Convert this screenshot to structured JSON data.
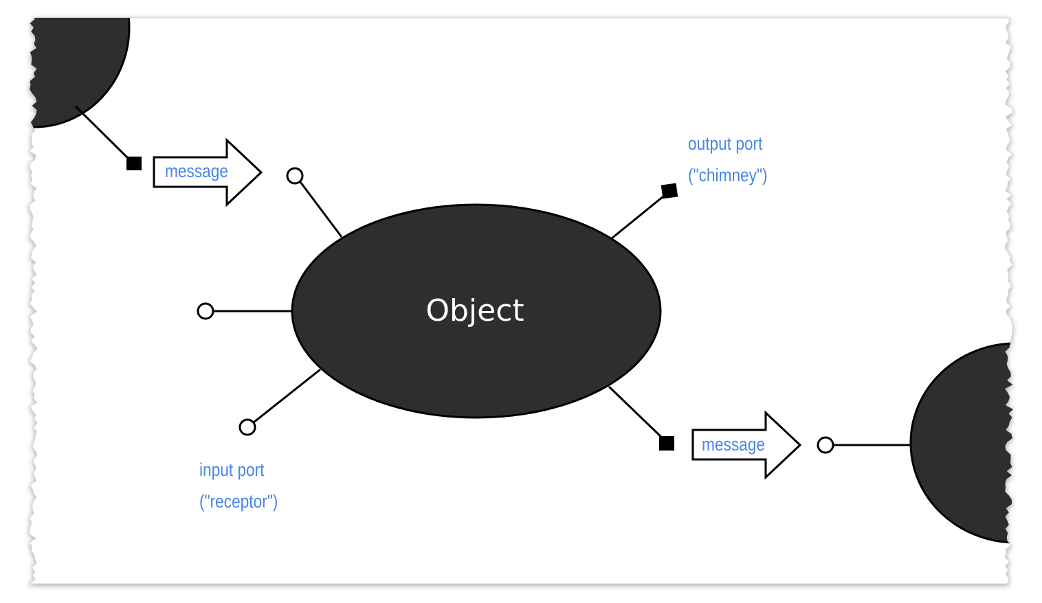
{
  "diagram": {
    "object_label": "Object",
    "message_top": "message",
    "message_bottom": "message",
    "output_port_line1": "output port",
    "output_port_line2": "(\"chimney\")",
    "input_port_line1": "input port",
    "input_port_line2": "(\"receptor\")"
  },
  "colors": {
    "object_fill": "#2e2e2e",
    "label_blue": "#4a86e8",
    "stroke": "#000000",
    "object_text": "#ffffff",
    "paper": "#ffffff"
  }
}
